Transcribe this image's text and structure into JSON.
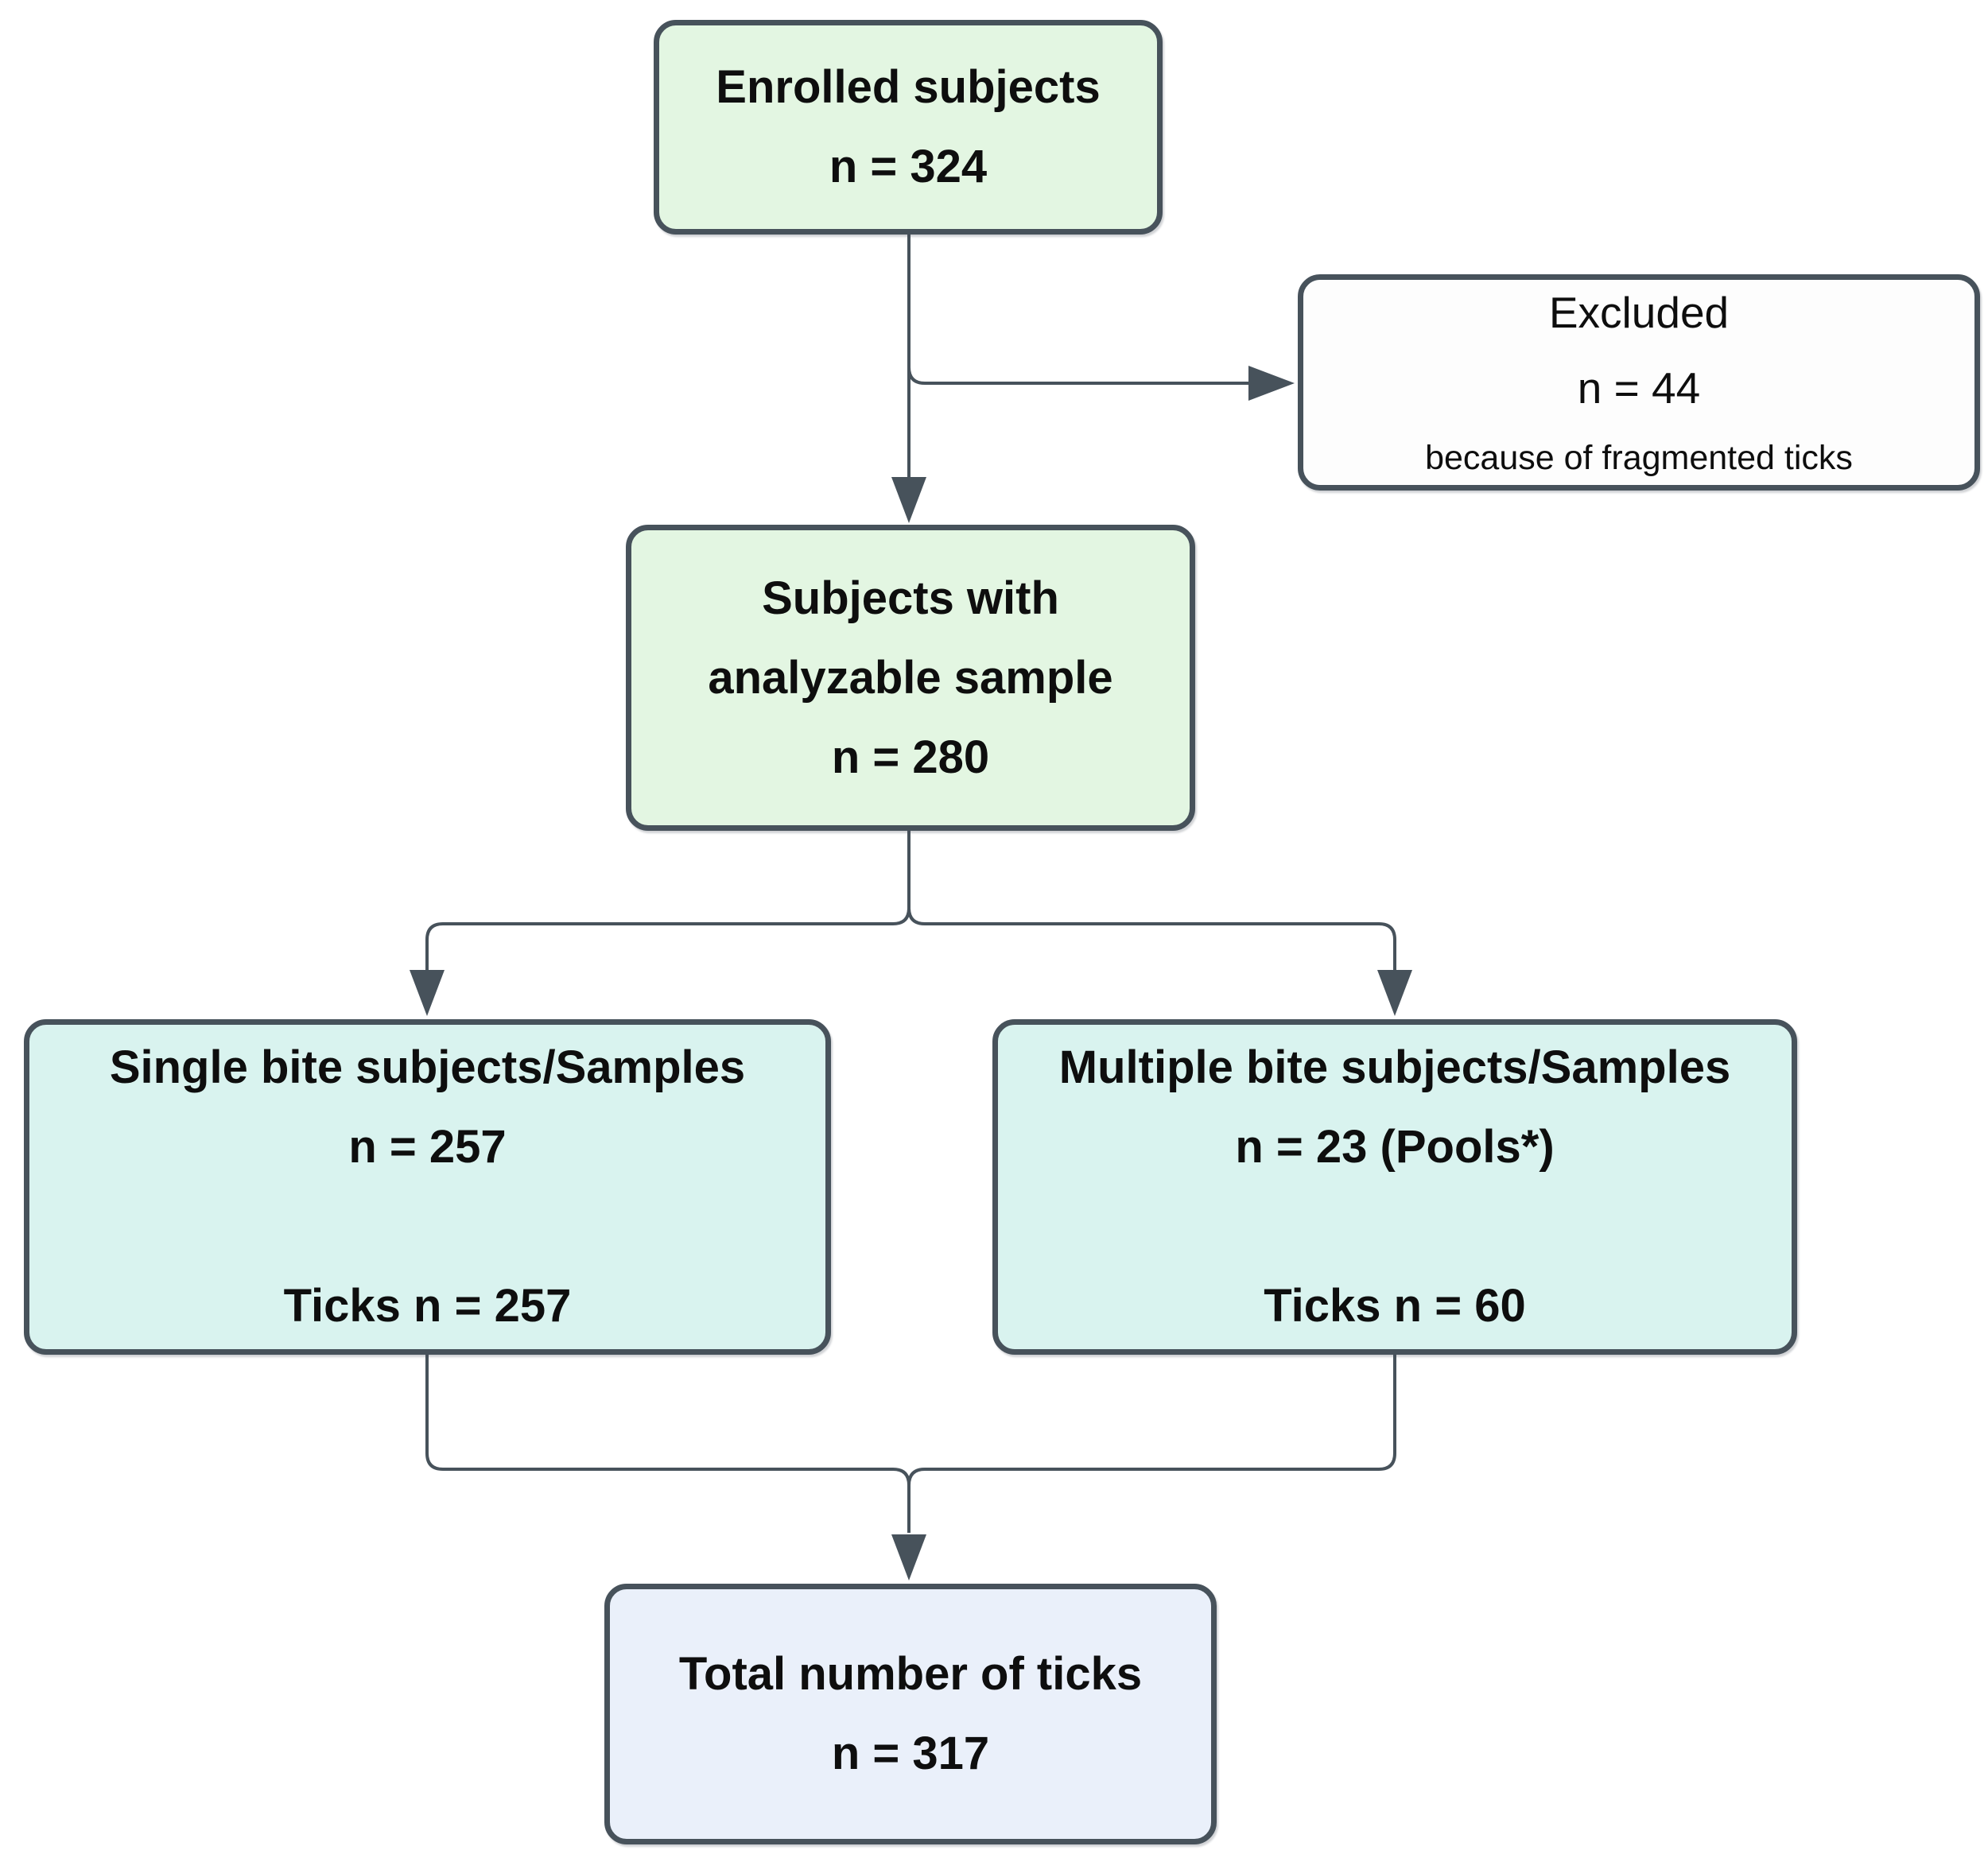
{
  "colors": {
    "border": "#47525b",
    "line": "#47525b",
    "text": "#0e0e0e",
    "background": "#ffffff"
  },
  "nodes": {
    "enrolled": {
      "fill": "#e3f6e2",
      "lines": [
        "Enrolled subjects",
        "n = 324"
      ]
    },
    "excluded": {
      "fill": "#fdfdfd",
      "lines": [
        "Excluded",
        "n = 44",
        "because of fragmented ticks"
      ]
    },
    "analyzable": {
      "fill": "#e3f6e2",
      "lines": [
        "Subjects with",
        "analyzable sample",
        "n = 280"
      ]
    },
    "single": {
      "fill": "#d9f3ef",
      "lines": [
        "Single bite subjects/Samples",
        "n = 257",
        "",
        "Ticks n = 257"
      ]
    },
    "multiple": {
      "fill": "#d9f3ef",
      "lines": [
        "Multiple bite subjects/Samples",
        "n = 23 (Pools*)",
        "",
        "Ticks n = 60"
      ]
    },
    "total": {
      "fill": "#eaf0fa",
      "lines": [
        "Total number of ticks",
        "n = 317"
      ]
    }
  }
}
